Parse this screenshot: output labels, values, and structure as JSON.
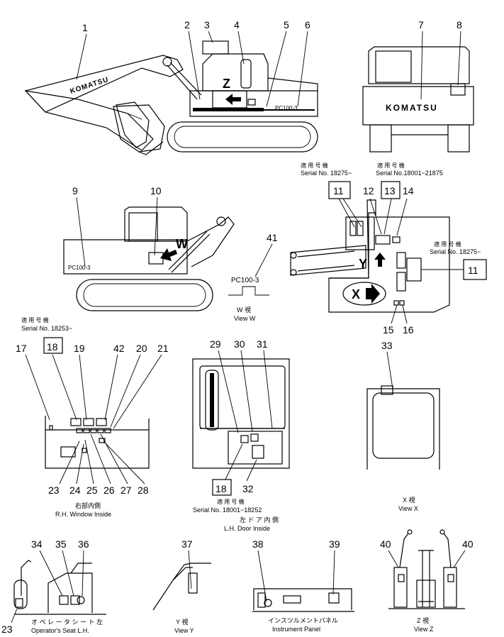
{
  "callouts": {
    "c1": "1",
    "c2": "2",
    "c3": "3",
    "c4": "4",
    "c5": "5",
    "c6": "6",
    "c7": "7",
    "c8": "8",
    "c9": "9",
    "c10": "10",
    "c11a": "11",
    "c11b": "11",
    "c12": "12",
    "c13": "13",
    "c14": "14",
    "c15": "15",
    "c16": "16",
    "c17": "17",
    "c18a": "18",
    "c18b": "18",
    "c19": "19",
    "c20": "20",
    "c21": "21",
    "c23a": "23",
    "c23b": "23",
    "c24": "24",
    "c25": "25",
    "c26": "26",
    "c27": "27",
    "c28": "28",
    "c29": "29",
    "c30": "30",
    "c31": "31",
    "c32": "32",
    "c33": "33",
    "c34": "34",
    "c35": "35",
    "c36": "36",
    "c37": "37",
    "c38": "38",
    "c39": "39",
    "c40a": "40",
    "c40b": "40",
    "c41": "41",
    "c42": "42"
  },
  "brand": {
    "excavator_side": "KOMATSU",
    "rear_view": "KOMATSU",
    "model_badge": "PC100-3"
  },
  "markers": {
    "z": "Z",
    "w": "W",
    "y": "Y",
    "x": "X"
  },
  "labels": {
    "serial_jp": "適 用 号 機",
    "serial_18275_top": "Serial  No. 18275~",
    "serial_18001_21875": "Serial No.18001~21875",
    "serial_18275_right": "Serial  No. 18275~",
    "serial_18253": "Serial  No. 18253~",
    "serial_18001_18252": "Serial  No. 18001~18252",
    "view_w_jp": "W   視",
    "view_w": "View  W",
    "rh_window_jp": "右部内側",
    "rh_window": "R.H. Window Inside",
    "lh_door_jp": "左 ド ア 内 側",
    "lh_door": "L.H. Door  Inside",
    "view_x_jp": "X   視",
    "view_x": "View  X",
    "seat_jp": "オ ペ レ ー タ シ ー ト   左",
    "seat": "Operator's Seat  L.H.",
    "view_y_jp": "Y   視",
    "view_y": "View  Y",
    "panel_jp": "インスツルメントパネル",
    "panel": "Instrument  Panel",
    "view_z_jp": "Z   視",
    "view_z": "View  Z",
    "pc100": "PC100-3"
  }
}
